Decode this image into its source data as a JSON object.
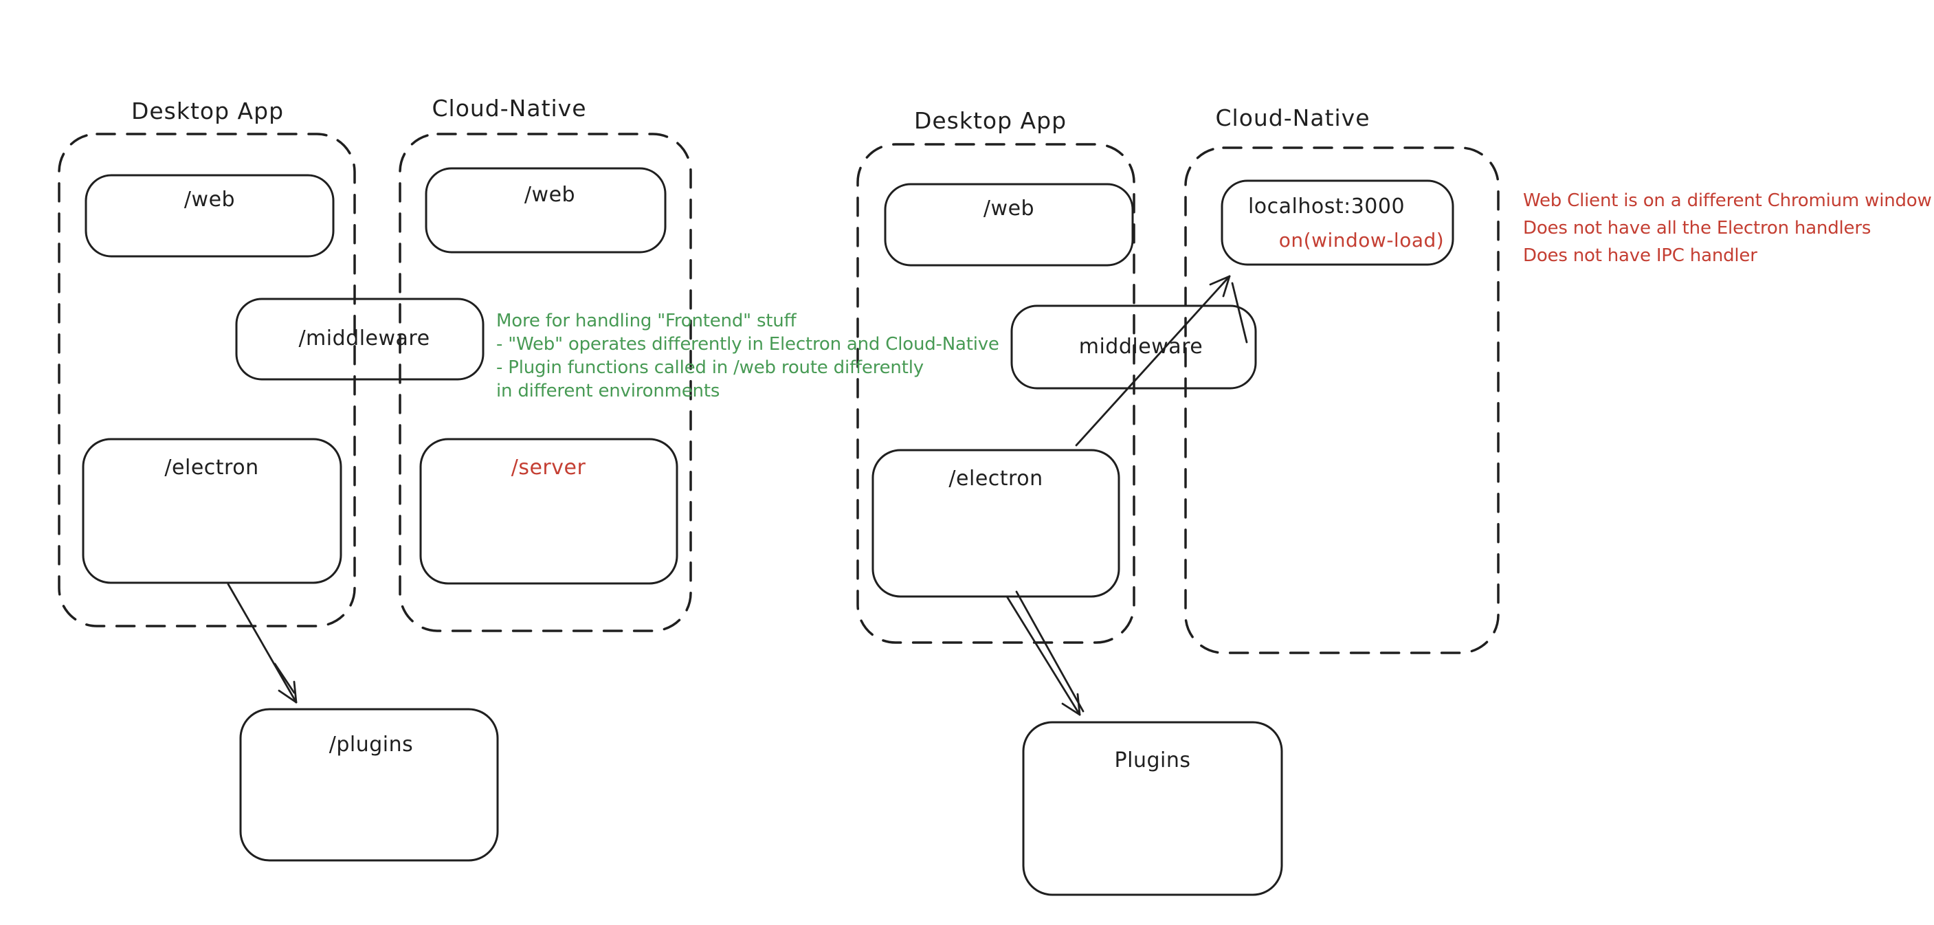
{
  "colors": {
    "ink": "#1f1f1f",
    "red": "#c43e32",
    "green": "#479a54",
    "background": "#ffffff"
  },
  "left": {
    "desktop": {
      "title": "Desktop App",
      "web": "/web",
      "electron": "/electron"
    },
    "cloud": {
      "title": "Cloud-Native",
      "web": "/web",
      "server": "/server"
    },
    "middleware": "/middleware",
    "plugins": "/plugins",
    "note": {
      "color": "#479a54",
      "lines": [
        "More for handling \"Frontend\" stuff",
        "- \"Web\" operates differently in Electron and Cloud-Native",
        "- Plugin functions called in /web route differently",
        "in different environments"
      ]
    }
  },
  "right": {
    "desktop": {
      "title": "Desktop App",
      "web": "/web",
      "electron": "/electron"
    },
    "cloud": {
      "title": "Cloud-Native",
      "localhost": "localhost:3000",
      "on_window_load": "on(window-load)"
    },
    "middleware": "middleware",
    "plugins": "Plugins",
    "note": {
      "color": "#c43e32",
      "lines": [
        "Web Client is on a different Chromium window",
        "Does not have all the Electron handlers",
        "Does not have IPC handler"
      ]
    }
  }
}
